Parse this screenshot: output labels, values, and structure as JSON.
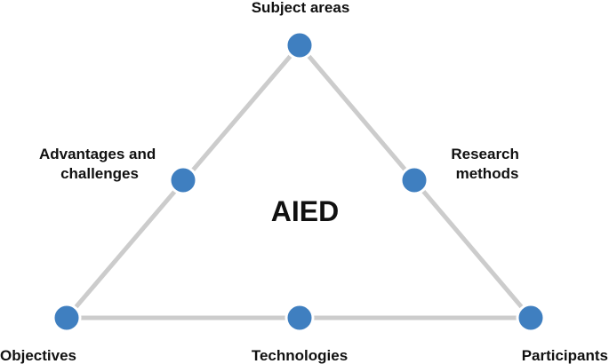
{
  "diagram": {
    "center_label": "AIED",
    "nodes": {
      "subject_areas": "Subject areas",
      "research_methods": [
        "Research",
        "methods"
      ],
      "participants": "Participants",
      "technologies": "Technologies",
      "objectives": "Objectives",
      "advantages_challenges": [
        "Advantages and",
        "challenges"
      ]
    },
    "node_color": "#3f7fc0",
    "edge_color": "#cccccc"
  }
}
